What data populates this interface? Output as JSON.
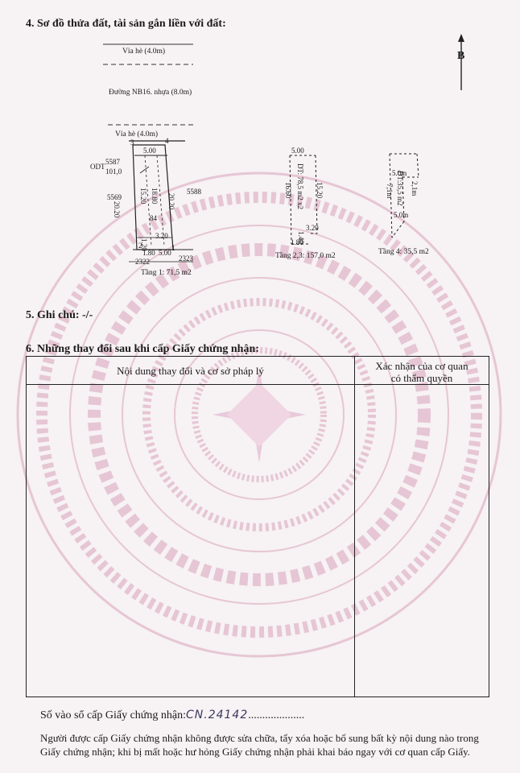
{
  "section4": {
    "heading": "4. Sơ đồ thửa đất, tài sản gắn liền với đất:",
    "north_label": "B",
    "road_top_sidewalk": "Vỉa hè (4.0m)",
    "road_name": "Đường NB16. nhựa (8.0m)",
    "floor1": {
      "sidewalk": "Vỉa hè (4.0m)",
      "pt3": "3",
      "pt4": "4",
      "pt1": "1",
      "pt2": "2",
      "front_width": "5.00",
      "land_type": "ODT",
      "parcel_no": "5587",
      "area": "101,0",
      "left_len": "20.20",
      "inner_left": "15.20",
      "inner_right": "18.80",
      "right_len": "20.20",
      "parcel_label": "84",
      "seg_a": "3.20",
      "seg_b": "1.20",
      "seg_c": "1.80",
      "back_width": "5.00",
      "neighbor_left": "5569",
      "neighbor_right": "5588",
      "neighbor_bl": "2322",
      "neighbor_br": "2323",
      "caption": "Tầng 1: 71,5 m2"
    },
    "floor23": {
      "top_width": "5.00",
      "area_text": "DT: 78,5 m2 x2",
      "left_len": "16.60",
      "right_len": "15.20",
      "seg_a": "3.20",
      "seg_b": "1.40",
      "seg_c": "1.80",
      "caption": "Tầng 2,3: 157,0 m2"
    },
    "floor4": {
      "top_width": "5.0m",
      "area_text": "DT:35,5 m2",
      "left_len": "7,1m",
      "right_len": "2,1m",
      "bottom_width": "5.0m",
      "caption": "Tầng 4: 35,5 m2"
    }
  },
  "section5": {
    "heading": "5. Ghi chú: -/-"
  },
  "section6": {
    "heading": "6. Những thay đổi sau khi cấp Giấy chứng nhận:",
    "col_content": "Nội dung thay đổi và cơ sở pháp lý",
    "col_authority_line1": "Xác nhận của cơ quan",
    "col_authority_line2": "có thẩm quyền"
  },
  "registration": {
    "label": "Số vào sổ cấp Giấy chứng nhận:",
    "value": "CN.24142",
    "dots": "...................."
  },
  "notice": "Người được cấp Giấy chứng nhận không được sửa chữa, tẩy xóa hoặc bổ sung bất kỳ nội dung nào trong Giấy chứng nhận; khi bị mất hoặc hư hỏng Giấy chứng nhận phải khai báo ngay với cơ quan cấp Giấy."
}
